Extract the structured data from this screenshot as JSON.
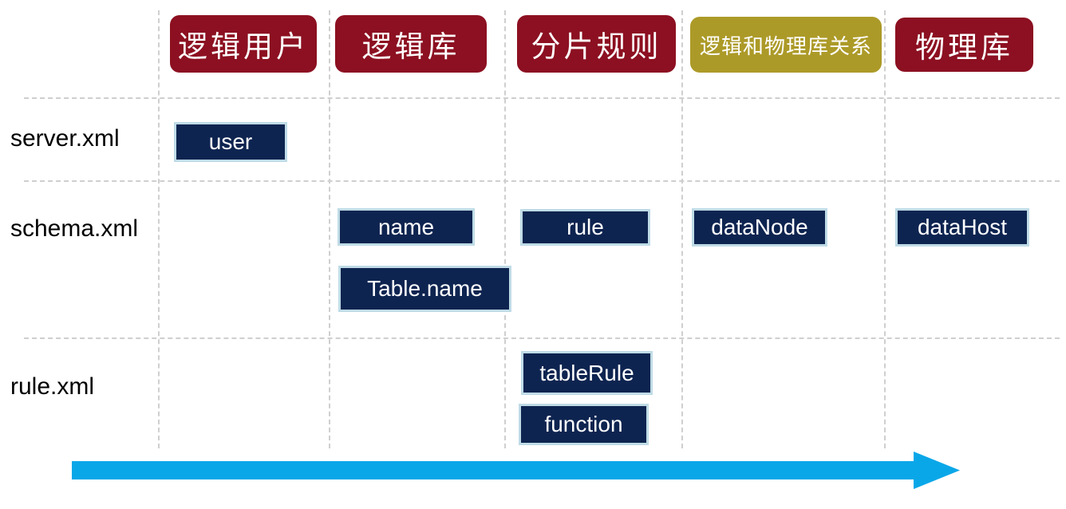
{
  "columns": [
    {
      "id": "logical-user",
      "label": "逻辑用户",
      "color": "#8c1021"
    },
    {
      "id": "logical-db",
      "label": "逻辑库",
      "color": "#8c1021"
    },
    {
      "id": "sharding-rule",
      "label": "分片规则",
      "color": "#8c1021"
    },
    {
      "id": "logical-physical-relation",
      "label": "逻辑和物理库关系",
      "color": "#ac9a28"
    },
    {
      "id": "physical-db",
      "label": "物理库",
      "color": "#8c1021"
    }
  ],
  "rows": [
    {
      "id": "server-xml",
      "label": "server.xml"
    },
    {
      "id": "schema-xml",
      "label": "schema.xml"
    },
    {
      "id": "rule-xml",
      "label": "rule.xml"
    }
  ],
  "cells": [
    {
      "label": "user",
      "row": "server.xml",
      "column": "逻辑用户"
    },
    {
      "label": "name",
      "row": "schema.xml",
      "column": "逻辑库"
    },
    {
      "label": "Table.name",
      "row": "schema.xml",
      "column": "逻辑库"
    },
    {
      "label": "rule",
      "row": "schema.xml",
      "column": "分片规则"
    },
    {
      "label": "dataNode",
      "row": "schema.xml",
      "column": "逻辑和物理库关系"
    },
    {
      "label": "dataHost",
      "row": "schema.xml",
      "column": "物理库"
    },
    {
      "label": "tableRule",
      "row": "rule.xml",
      "column": "分片规则"
    },
    {
      "label": "function",
      "row": "rule.xml",
      "column": "分片规则"
    }
  ],
  "colors": {
    "header_red": "#8c1021",
    "header_olive": "#ac9a28",
    "cell_navy": "#0e2450",
    "cell_border": "#bfdbe6",
    "arrow_cyan": "#0aa7e8",
    "grid_dash": "#cfcfcf",
    "label_text": "#000000"
  }
}
